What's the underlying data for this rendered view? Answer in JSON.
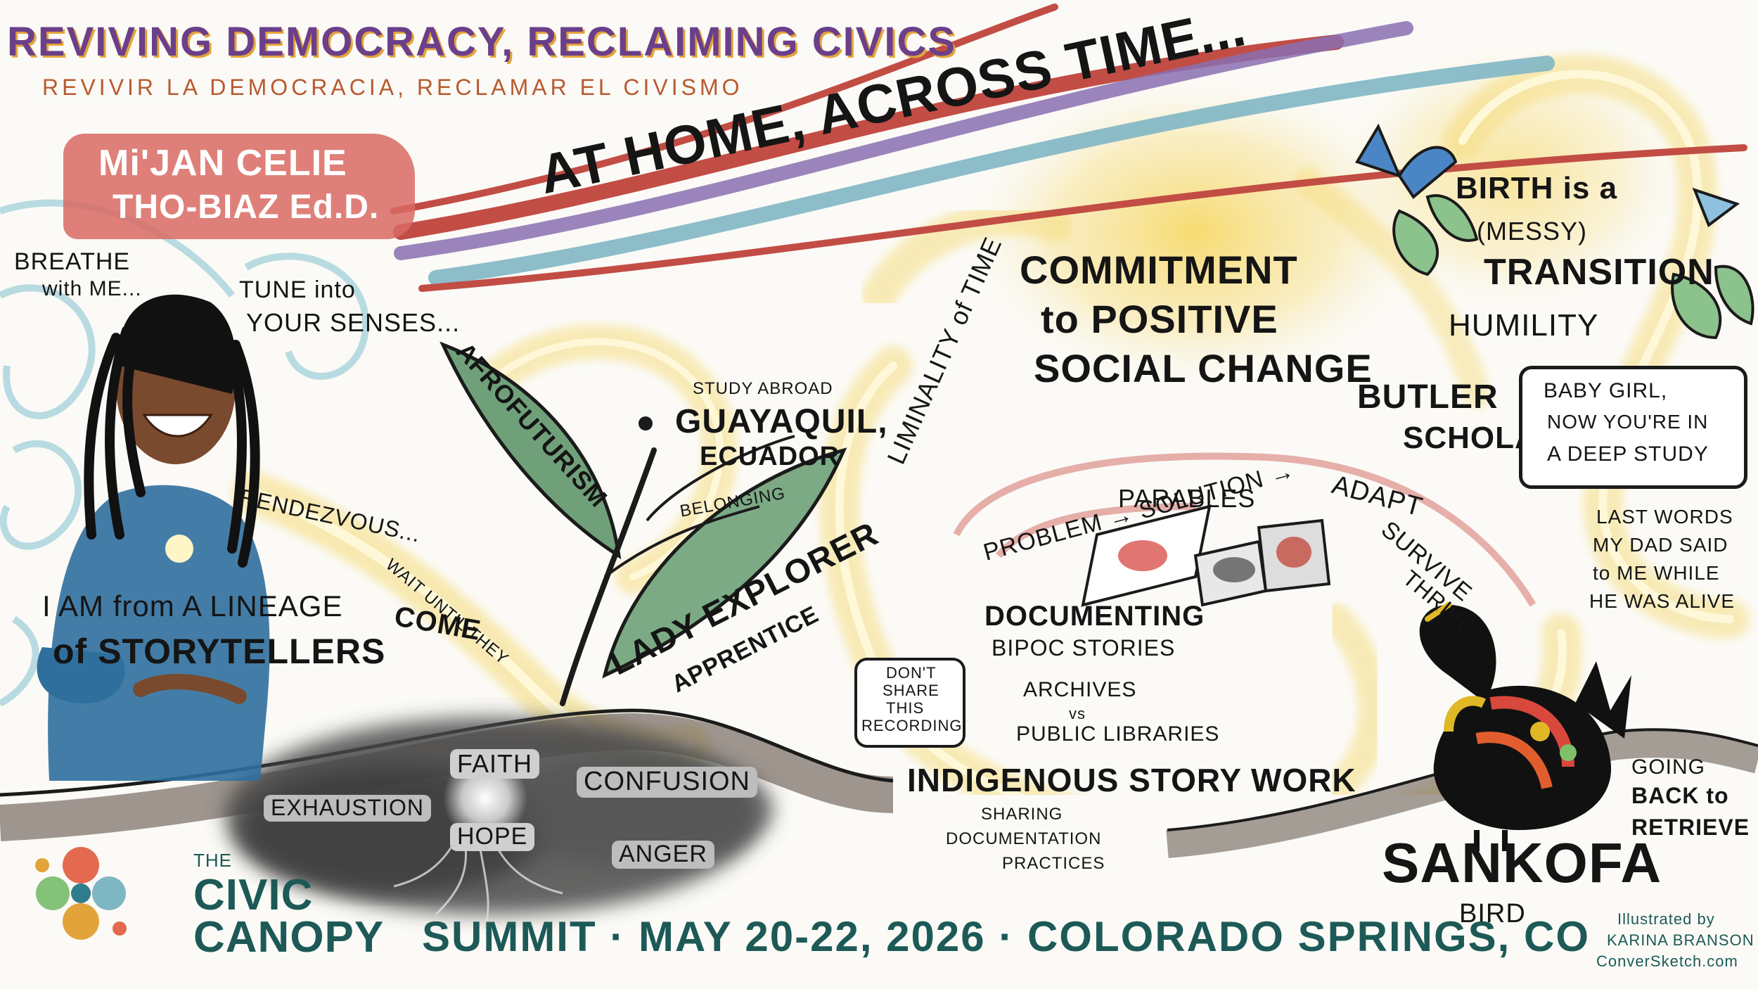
{
  "title": {
    "main": "REVIVING DEMOCRACY, RECLAIMING CIVICS",
    "spanish": "REVIVIR LA DEMOCRACIA, RECLAMAR EL CIVISMO"
  },
  "speaker": {
    "line1": "Mi'JAN CELIE",
    "line2": "THO-BIAZ Ed.D."
  },
  "banner": "AT HOME, ACROSS TIME...",
  "left_notes": {
    "breathe_1": "BREATHE",
    "breathe_2": "with ME...",
    "tune_1": "TUNE into",
    "tune_2": "YOUR SENSES...",
    "rendezvous": "RENDEZVOUS...",
    "wait_until": "WAIT UNTIL THEY",
    "come": "COME",
    "lineage_1": "I AM from A LINEAGE",
    "lineage_2": "of STORYTELLERS"
  },
  "leaf_notes": {
    "afrofuturism": "AFROFUTURISM",
    "study_abroad": "STUDY ABROAD",
    "guayaquil": "GUAYAQUIL,",
    "ecuador": "ECUADOR",
    "belonging": "BELONGING",
    "lady_explorer": "LADY EXPLORER",
    "apprentice": "APPRENTICE"
  },
  "liminality": "LIMINALITY of TIME",
  "commitment": [
    "COMMITMENT",
    "to POSITIVE",
    "SOCIAL CHANGE"
  ],
  "butler": [
    "BUTLER",
    "SCHOLAR"
  ],
  "problem_chain": "PROBLEM → SOLUTION →",
  "adapt": [
    "ADAPT",
    "SURVIVE",
    "THRIVE"
  ],
  "parables": "PARABLES",
  "documenting": [
    "DOCUMENTING",
    "BIPOC STORIES"
  ],
  "archives": [
    "ARCHIVES",
    "vs",
    "PUBLIC LIBRARIES"
  ],
  "dont_share": [
    "DON'T",
    "SHARE",
    "THIS",
    "RECORDING"
  ],
  "birth": [
    "BIRTH is a",
    "(MESSY)",
    "TRANSITION"
  ],
  "humility": "HUMILITY",
  "baby_girl": [
    "BABY GIRL,",
    "NOW YOU'RE IN",
    "A DEEP STUDY"
  ],
  "last_words": [
    "LAST WORDS",
    "MY DAD SAID",
    "to ME WHILE",
    "HE WAS ALIVE"
  ],
  "ground_words": {
    "faith": "FAITH",
    "exhaustion": "EXHAUSTION",
    "hope": "HOPE",
    "confusion": "CONFUSION",
    "anger": "ANGER"
  },
  "indigenous": "INDIGENOUS STORY WORK",
  "sharing": [
    "SHARING",
    "DOCUMENTATION",
    "PRACTICES"
  ],
  "going_back": [
    "GOING",
    "BACK to",
    "RETRIEVE"
  ],
  "sankofa": {
    "name": "SANKOFA",
    "sub": "BIRD"
  },
  "logo": {
    "the": "THE",
    "civic": "CIVIC",
    "canopy": "CANOPY"
  },
  "footer": "SUMMIT · MAY 20-22, 2026 · COLORADO SPRINGS, CO",
  "credit": [
    "Illustrated by",
    "KARINA BRANSON",
    "ConverSketch.com"
  ],
  "colors": {
    "teal": "#1d5a57",
    "red_stripe": "#c24d45",
    "purple_stripe": "#8a6fb0",
    "blue_stripe": "#7fb6c4",
    "gold_glow": "#f3c93a",
    "speaker_badge": "#d86a63"
  },
  "icons": [
    "woman-storyteller-figure",
    "leaves-icon",
    "books-icon",
    "sankofa-bird-icon",
    "butterfly-icon",
    "civic-canopy-logo"
  ]
}
